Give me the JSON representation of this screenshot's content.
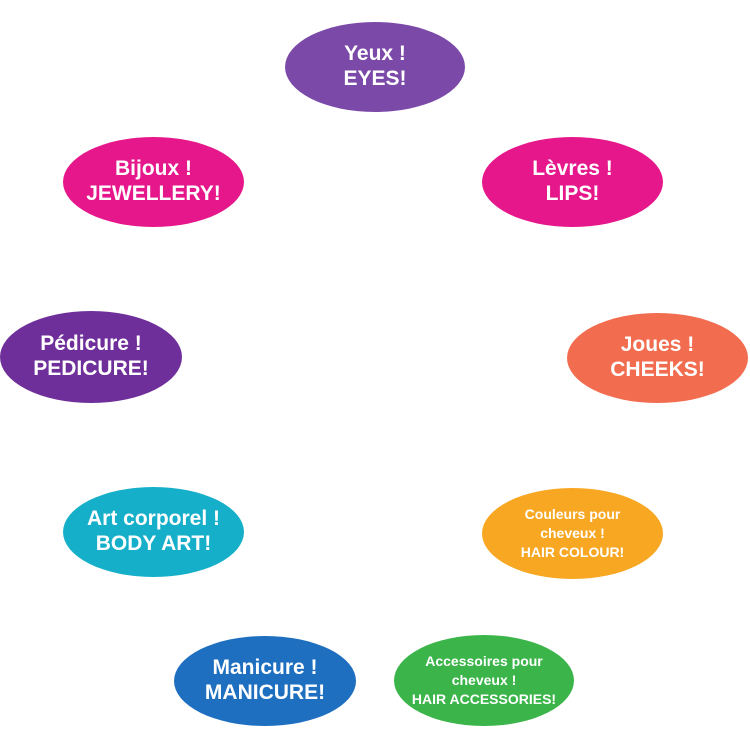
{
  "categories": [
    {
      "id": "eyes",
      "line1": "Yeux !",
      "line2": "EYES!",
      "color": "#7b4aa8"
    },
    {
      "id": "jewellery",
      "line1": "Bijoux !",
      "line2": "JEWELLERY!",
      "color": "#e5178b"
    },
    {
      "id": "lips",
      "line1": "Lèvres !",
      "line2": "LIPS!",
      "color": "#e5178b"
    },
    {
      "id": "pedicure",
      "line1": "Pédicure !",
      "line2": "PEDICURE!",
      "color": "#6f2f9a"
    },
    {
      "id": "cheeks",
      "line1": "Joues !",
      "line2": "CHEEKS!",
      "color": "#f26c4f"
    },
    {
      "id": "bodyart",
      "line1": "Art corporel !",
      "line2": "BODY ART!",
      "color": "#16afc9"
    },
    {
      "id": "haircolour",
      "line1": "Couleurs pour",
      "line2": "cheveux !",
      "line3": "HAIR COLOUR!",
      "color": "#f8a723"
    },
    {
      "id": "manicure",
      "line1": "Manicure !",
      "line2": "MANICURE!",
      "color": "#1f6fc0"
    },
    {
      "id": "hairacc",
      "line1": "Accessoires pour",
      "line2": "cheveux !",
      "line3": "HAIR ACCESSORIES!",
      "color": "#3bb54a"
    }
  ]
}
